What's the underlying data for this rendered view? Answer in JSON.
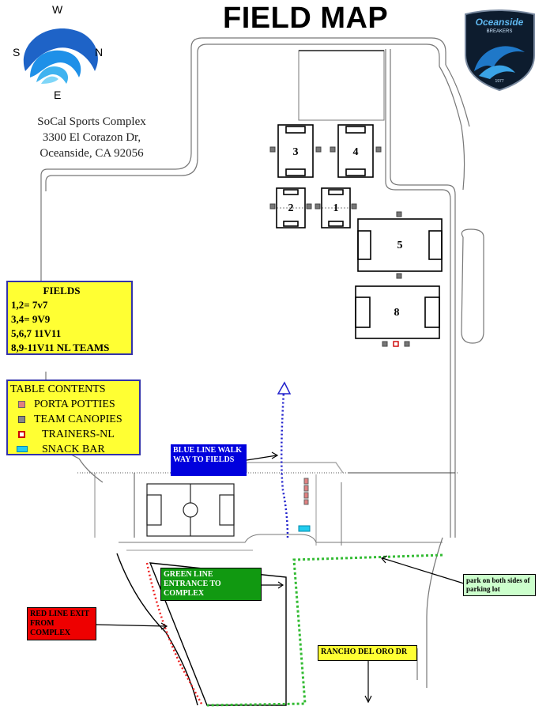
{
  "title": "FIELD MAP",
  "compass": {
    "w": "W",
    "s": "S",
    "n": "N",
    "e": "E"
  },
  "logo": {
    "name": "Oceanside",
    "sub": "BREAKERS",
    "year": "1977"
  },
  "address": [
    "SoCal Sports Complex",
    "3300 El Corazon Dr,",
    "Oceanside, CA 92056"
  ],
  "fields_box": {
    "heading": "FIELDS",
    "lines": [
      "1,2= 7v7",
      "3,4= 9V9",
      "5,6,7 11V11",
      "8,9-11V11 NL TEAMS"
    ]
  },
  "legend": {
    "title": "TABLE CONTENTS",
    "items": [
      {
        "label": "PORTA POTTIES",
        "fill": "#e08080",
        "stroke": "#666666"
      },
      {
        "label": "TEAM CANOPIES",
        "fill": "#888888",
        "stroke": "#444444"
      },
      {
        "label": "TRAINERS-NL",
        "fill": "#ffffff",
        "stroke": "#cc0000"
      },
      {
        "label": "SNACK BAR",
        "fill": "#22ccee",
        "stroke": "#0088aa"
      }
    ]
  },
  "field_numbers": {
    "f1": "1",
    "f2": "2",
    "f3": "3",
    "f4": "4",
    "f5": "5",
    "f8": "8"
  },
  "callouts": {
    "blue_line": "BLUE LINE WALK WAY TO FIELDS",
    "green_line": "GREEN LINE ENTRANCE TO COMPLEX",
    "red_line": "RED LINE EXIT FROM COMPLEX",
    "parking": "park on both sides of parking lot",
    "street": "RANCHO DEL ORO DR"
  },
  "colors": {
    "fields_bg": "#ffff33",
    "blue_callout": "#0000dd",
    "green_callout": "#119911",
    "red_callout": "#ee0000",
    "parking_callout": "#ccffcc",
    "blue_path": "#2222cc",
    "green_path": "#33bb33",
    "red_path": "#ee2222"
  }
}
